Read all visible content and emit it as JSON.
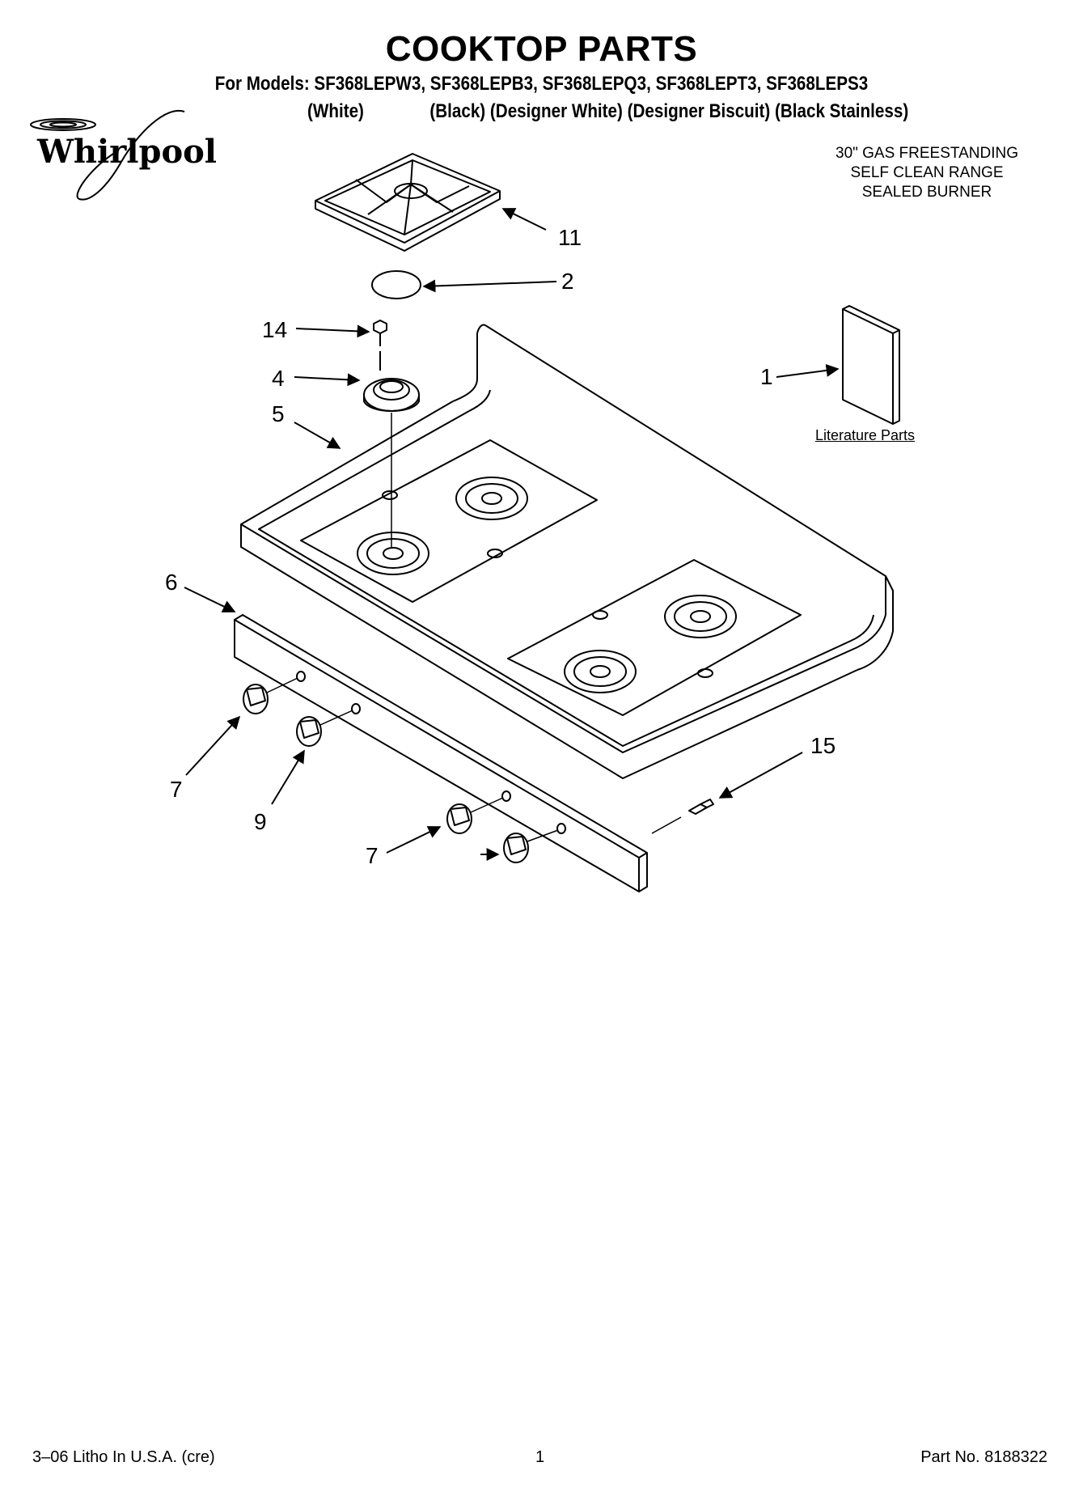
{
  "header": {
    "title": "COOKTOP PARTS",
    "models_line": "For Models: SF368LEPW3, SF368LEPB3, SF368LEPQ3, SF368LEPT3, SF368LEPS3",
    "colors": [
      "(White)",
      "(Black)",
      "(Designer White)",
      "(Designer Biscuit)",
      "(Black Stainless)"
    ]
  },
  "brand": {
    "logo_text": "Whirlpool"
  },
  "description": [
    "30\" GAS FREESTANDING",
    "SELF CLEAN RANGE",
    "SEALED BURNER"
  ],
  "callouts": {
    "c11": "11",
    "c2": "2",
    "c14": "14",
    "c4": "4",
    "c5": "5",
    "c1": "1",
    "c6": "6",
    "c7a": "7",
    "c9": "9",
    "c7b": "7",
    "c15": "15"
  },
  "literature_label": "Literature Parts",
  "footer": {
    "left": "3–06 Litho In U.S.A. (cre)",
    "center": "1",
    "right": "Part No. 8188322"
  }
}
